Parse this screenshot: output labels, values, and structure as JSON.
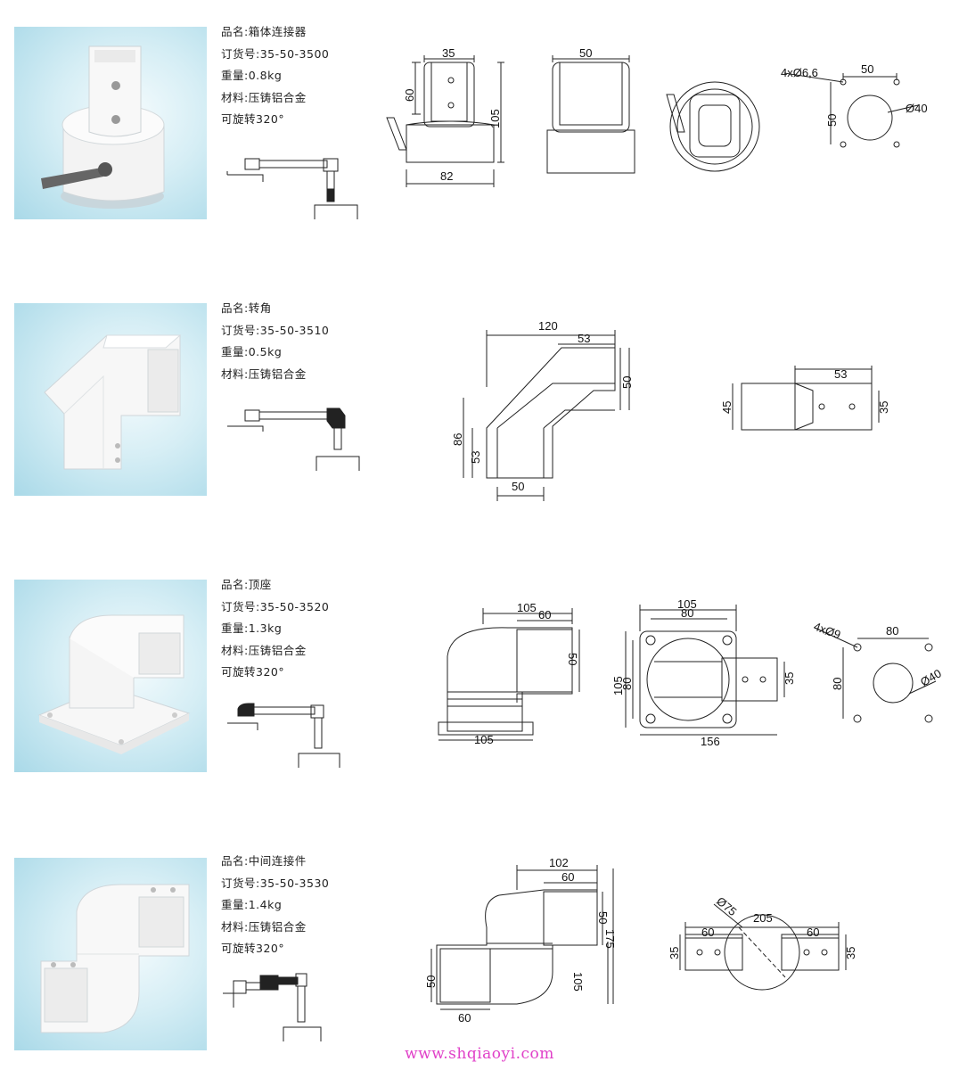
{
  "products": [
    {
      "name_line": "品名:箱体连接器",
      "order_line": "订货号:35-50-3500",
      "weight_line": "重量:0.8kg",
      "material_line": "材料:压铸铝合金",
      "rotate_line": "可旋转320°",
      "dims": {
        "front_top": "35",
        "front_h1": "60",
        "front_h2": "105",
        "front_w": "82",
        "side_top": "50",
        "plan_holes": "4xØ6,6",
        "plan_w": "50",
        "plan_h": "50",
        "plan_d": "Ø40"
      }
    },
    {
      "name_line": "品名:转角",
      "order_line": "订货号:35-50-3510",
      "weight_line": "重量:0.5kg",
      "material_line": "材料:压铸铝合金",
      "dims": {
        "top_w": "120",
        "top_w2": "53",
        "right_h": "50",
        "left_h": "86",
        "left_h2": "53",
        "bottom_w": "50",
        "side_w": "53",
        "side_h1": "45",
        "side_h2": "35"
      }
    },
    {
      "name_line": "品名:顶座",
      "order_line": "订货号:35-50-3520",
      "weight_line": "重量:1.3kg",
      "material_line": "材料:压铸铝合金",
      "rotate_line": "可旋转320°",
      "dims": {
        "front_w1": "105",
        "front_w2": "60",
        "front_h": "50",
        "front_base": "105",
        "top_w1": "105",
        "top_w2": "80",
        "top_h1": "105",
        "top_h2": "80",
        "top_h3": "35",
        "top_total": "156",
        "plan_holes": "4xØ9",
        "plan_w": "80",
        "plan_h": "80",
        "plan_d": "Ø40"
      }
    },
    {
      "name_line": "品名:中间连接件",
      "order_line": "订货号:35-50-3530",
      "weight_line": "重量:1.4kg",
      "material_line": "材料:压铸铝合金",
      "rotate_line": "可旋转320°",
      "dims": {
        "front_w1": "102",
        "front_w2": "60",
        "front_h1": "50",
        "front_h2": "105",
        "front_h3": "175",
        "front_h4": "50",
        "front_w3": "60",
        "top_w": "205",
        "top_d": "Ø75",
        "top_l": "60",
        "top_r": "60",
        "top_h1": "35",
        "top_h2": "35"
      }
    }
  ],
  "footer": "www.shqiaoyi.com"
}
